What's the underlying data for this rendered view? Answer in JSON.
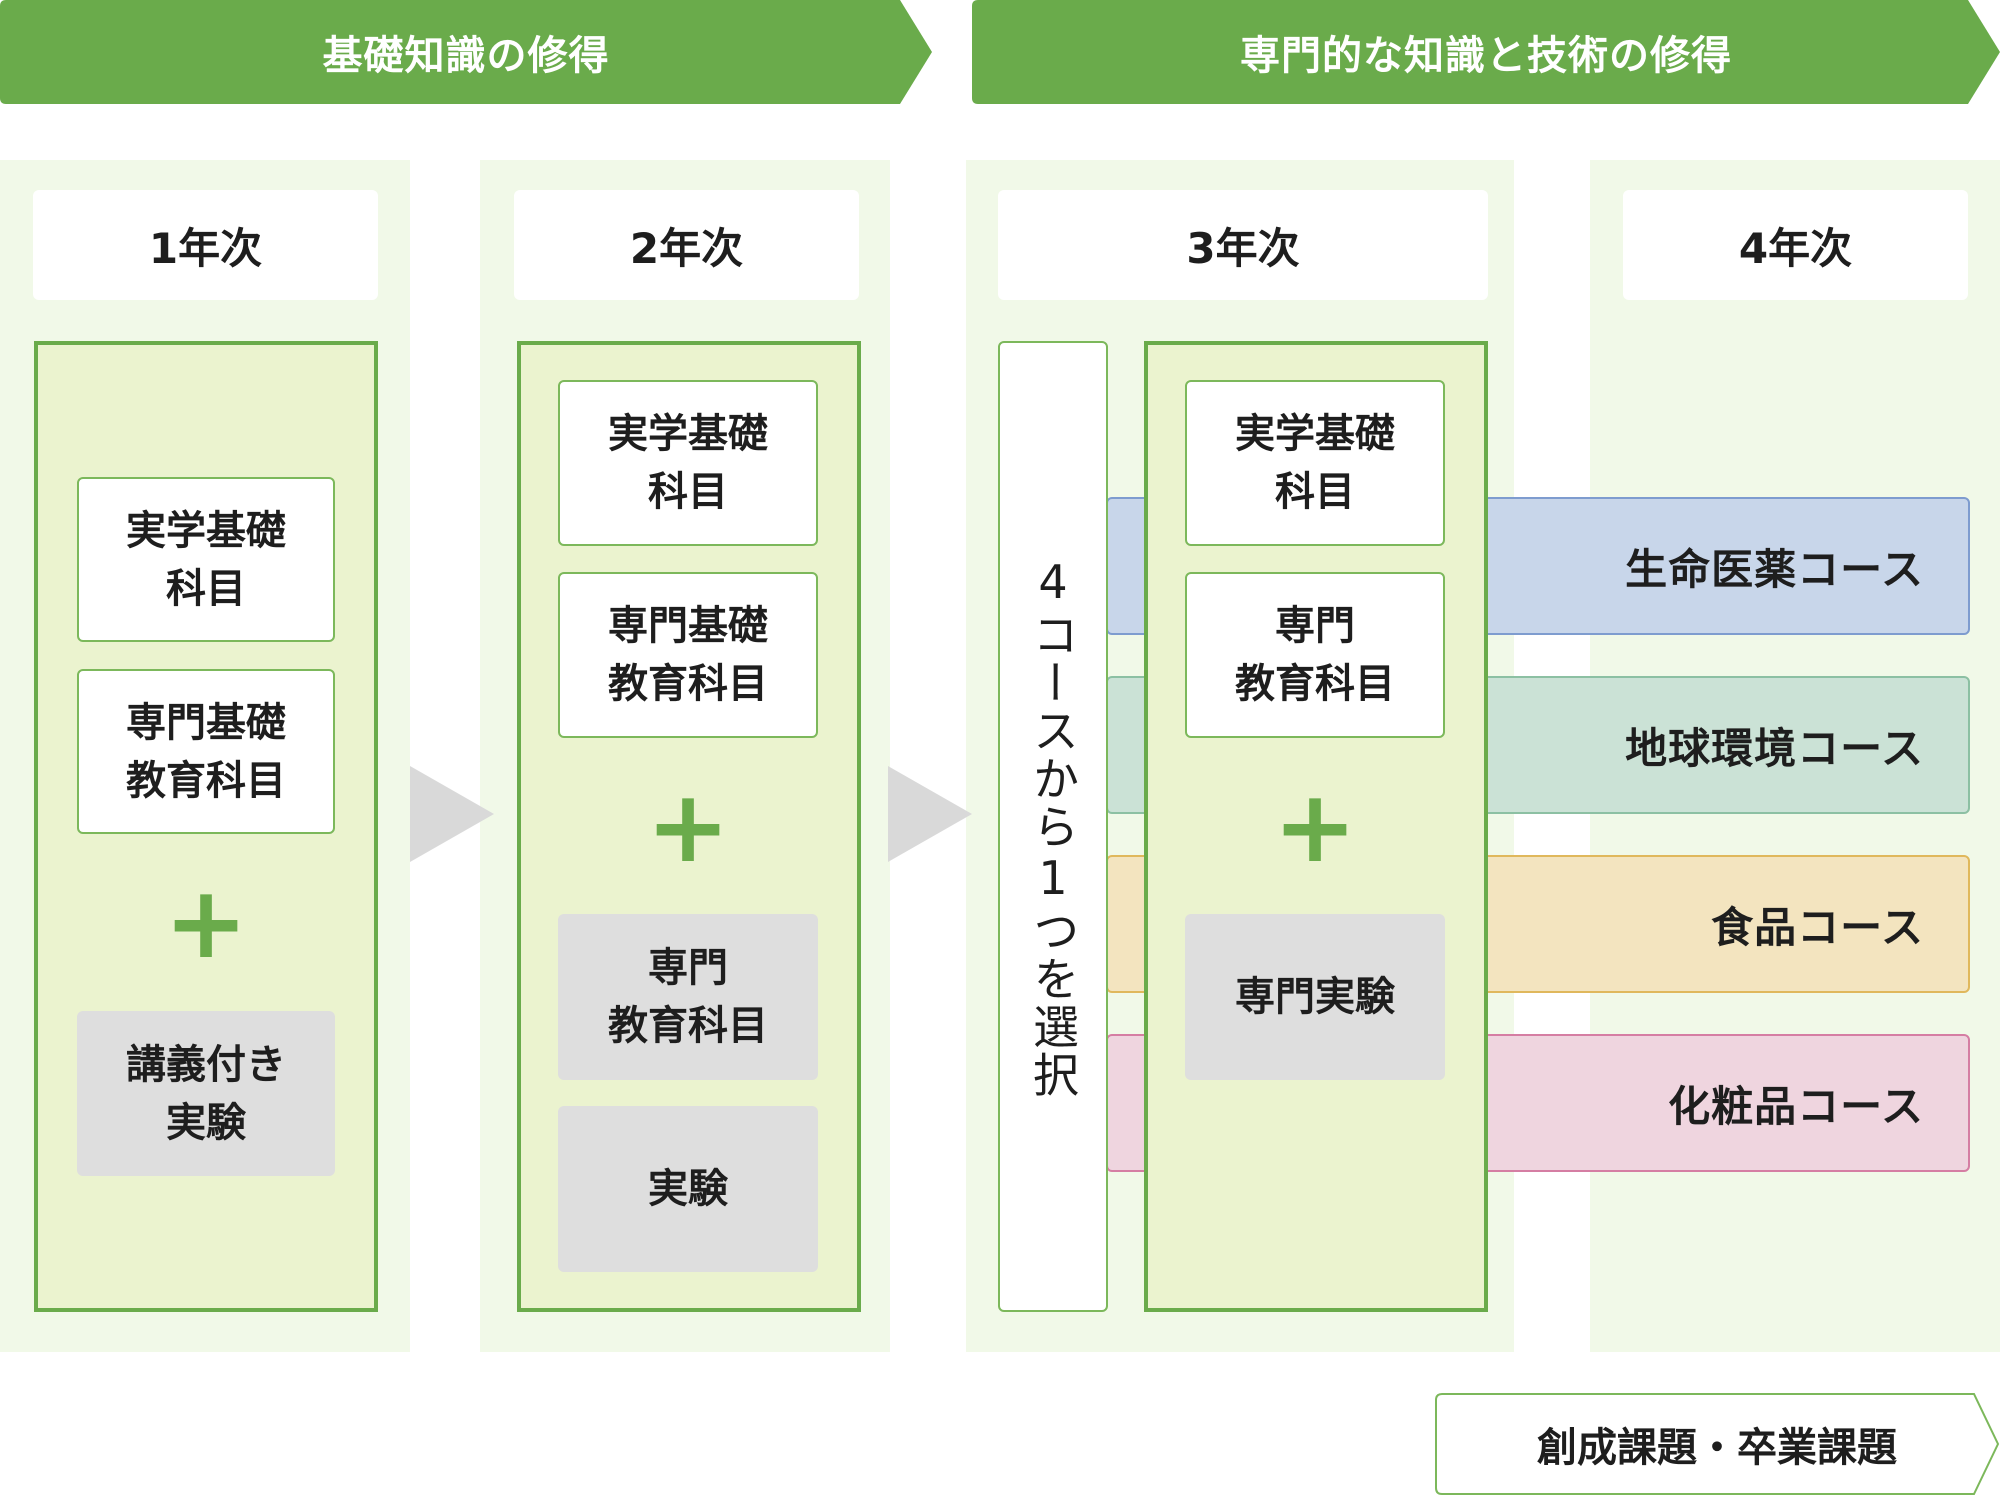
{
  "phases": {
    "basic": "基礎知識の修得",
    "specialized": "専門的な知識と技術の修得"
  },
  "years": [
    "1年次",
    "2年次",
    "3年次",
    "4年次"
  ],
  "year1": {
    "subject1": "実学基礎\n科目",
    "subject2": "専門基礎\n教育科目",
    "plus": "+",
    "experiment": "講義付き\n実験"
  },
  "year2": {
    "subject1": "実学基礎\n科目",
    "subject2": "専門基礎\n教育科目",
    "plus": "+",
    "experiment1": "専門\n教育科目",
    "experiment2": "実験"
  },
  "year3": {
    "course_select": "4コースから1つを選択",
    "subject1": "実学基礎\n科目",
    "subject2": "専門\n教育科目",
    "plus": "+",
    "experiment": "専門実験"
  },
  "courses": [
    {
      "label": "生命医薬コース",
      "color": "#c8d6ea",
      "border": "#7e9ccf"
    },
    {
      "label": "地球環境コース",
      "color": "#cbe2d6",
      "border": "#8cc0a3"
    },
    {
      "label": "食品コース",
      "color": "#f3e4bf",
      "border": "#e0b85c"
    },
    {
      "label": "化粧品コース",
      "color": "#efd5df",
      "border": "#d57ea3"
    }
  ],
  "final": "創成課題・卒業課題"
}
